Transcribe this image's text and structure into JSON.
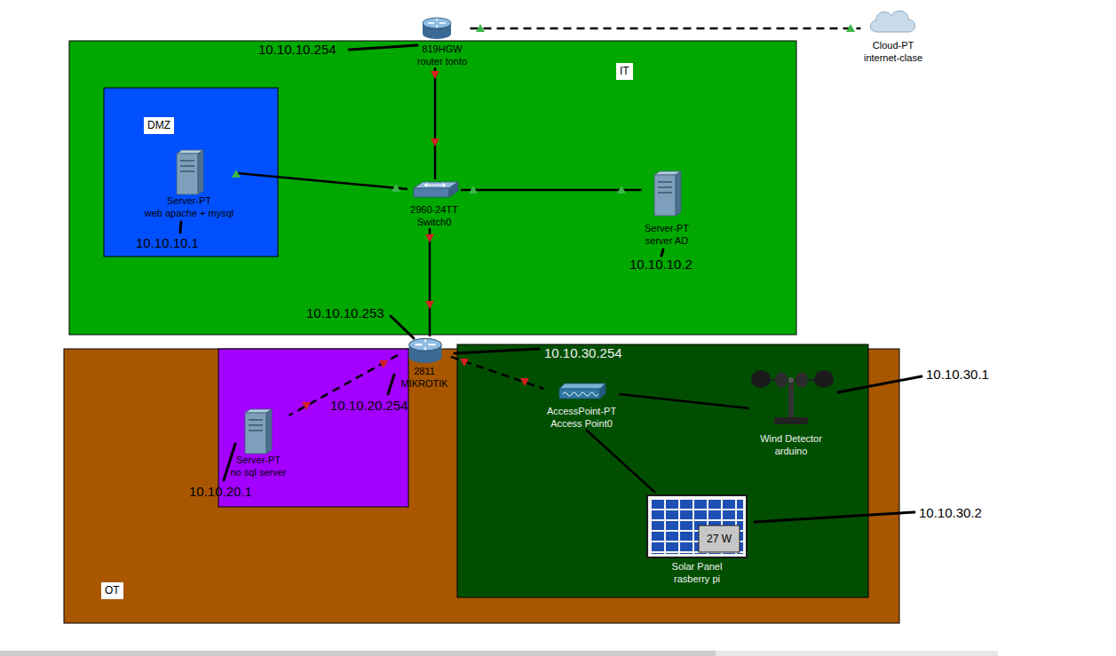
{
  "diagram": {
    "nodes": [
      {
        "text": [
          "819HGW",
          "router tonto"
        ]
      },
      {
        "text": [
          "Cloud-PT",
          "internet-clase"
        ]
      },
      {
        "text": [
          "IT"
        ]
      },
      {
        "text": [
          "DMZ"
        ],
        "in": 2
      },
      {
        "text": [
          "Server-PT",
          "web apache + mysql"
        ],
        "in": 3
      },
      {
        "text": [
          "2960-24TT",
          "Switch0"
        ],
        "in": 2
      },
      {
        "text": [
          "Server-PT",
          "server AD"
        ],
        "in": 2
      },
      {
        "text": [
          "OT"
        ]
      },
      {
        "text": [
          "2811",
          "MIKROTIK"
        ],
        "in": 7
      },
      {
        "text": [
          "Server-PT",
          "no sql server"
        ],
        "in": 7
      },
      {
        "text": [
          "AccessPoint-PT",
          "Access Point0"
        ],
        "in": 7
      },
      {
        "text": [
          "Wind Detector",
          "arduino"
        ],
        "in": 7
      },
      {
        "text": [
          "27 W",
          "Solar Panel",
          "rasberry pi"
        ],
        "in": 7
      }
    ],
    "edges": [
      {
        "from": 0,
        "to": 1,
        "arrow": "none"
      },
      {
        "from": 0,
        "to": 5,
        "arrow": "none"
      },
      {
        "from": 4,
        "to": 5,
        "arrow": "none"
      },
      {
        "from": 5,
        "to": 6,
        "arrow": "none"
      },
      {
        "from": 5,
        "to": 8,
        "arrow": "none"
      },
      {
        "from": 8,
        "to": 9,
        "arrow": "none"
      },
      {
        "from": 8,
        "to": 10,
        "arrow": "none"
      },
      {
        "from": 10,
        "to": 11,
        "arrow": "none"
      },
      {
        "from": 10,
        "to": 12,
        "arrow": "none"
      }
    ],
    "labels": [
      "10.10.10.254",
      "10.10.10.1",
      "10.10.10.2",
      "10.10.10.253",
      "10.10.30.254",
      "10.10.30.1",
      "10.10.20.254",
      "10.10.20.1",
      "10.10.30.2"
    ]
  }
}
